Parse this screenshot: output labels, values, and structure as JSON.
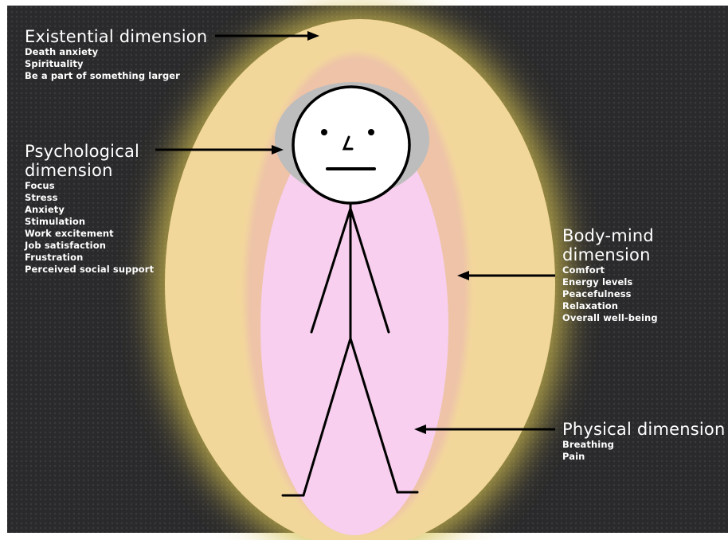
{
  "colors": {
    "background": "#2b2b2d",
    "outer_ellipse": "#f2d79b",
    "middle_ellipse": "#eec3a8",
    "inner_ellipse": "#f8cfee",
    "head_halo": "#bdbdbd",
    "glow": "#d2bb4e",
    "text": "#ffffff",
    "figure": "#000000"
  },
  "dimensions": {
    "existential": {
      "title": "Existential dimension",
      "items": [
        "Death anxiety",
        "Spirituality",
        "Be a part of something larger"
      ]
    },
    "psychological": {
      "title": "Psychological dimension",
      "items": [
        "Focus",
        "Stress",
        "Anxiety",
        "Stimulation",
        "Work excitement",
        "Job satisfaction",
        "Frustration",
        "Perceived social support"
      ]
    },
    "body_mind": {
      "title": "Body-mind dimension",
      "items": [
        "Comfort",
        "Energy levels",
        "Peacefulness",
        "Relaxation",
        "Overall well-being"
      ]
    },
    "physical": {
      "title": "Physical dimension",
      "items": [
        "Breathing",
        "Pain"
      ]
    }
  }
}
